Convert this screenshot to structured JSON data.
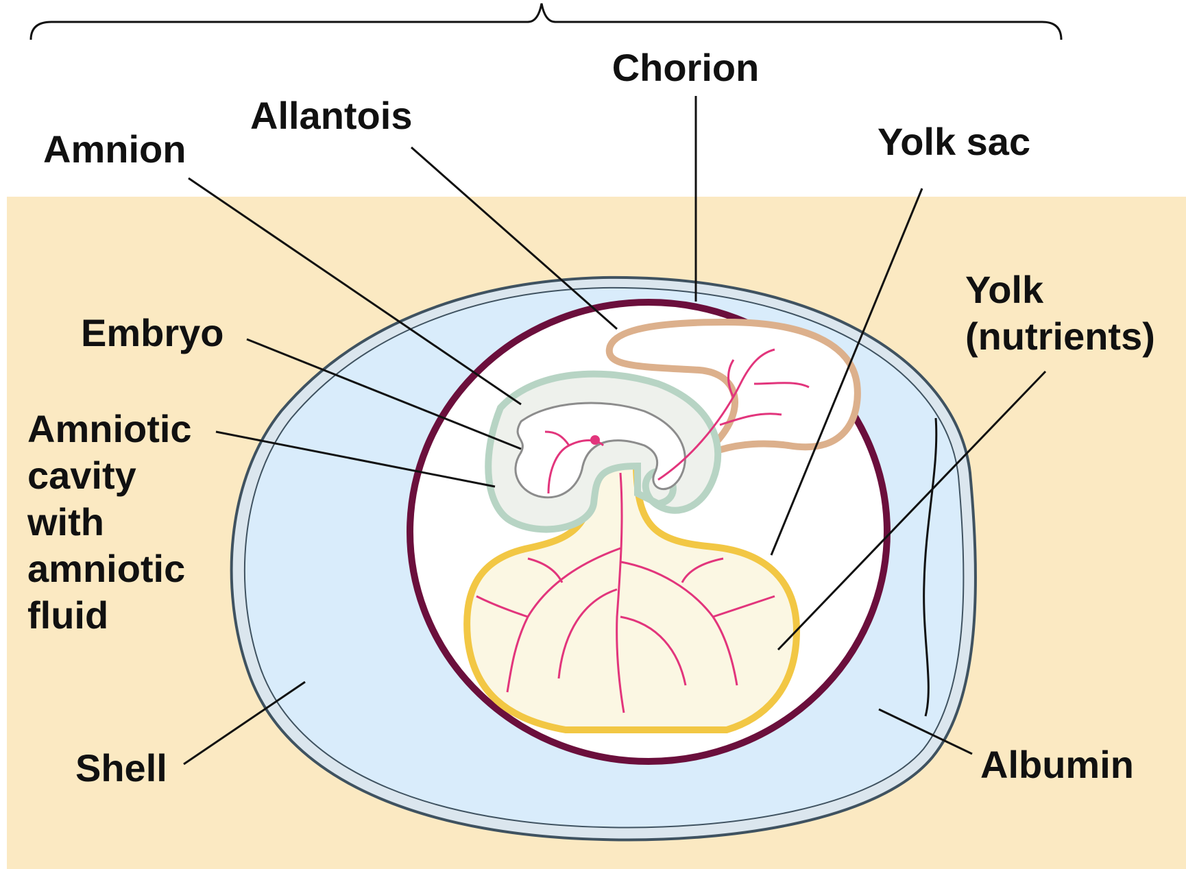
{
  "labels": {
    "chorion": "Chorion",
    "allantois": "Allantois",
    "amnion": "Amnion",
    "yolk_sac": "Yolk sac",
    "yolk_line1": "Yolk",
    "yolk_line2": "(nutrients)",
    "embryo": "Embryo",
    "amniotic_cavity": [
      "Amniotic",
      "cavity",
      "with",
      "amniotic",
      "fluid"
    ],
    "shell": "Shell",
    "albumin": "Albumin"
  },
  "colors": {
    "background_band": "#fbe9c2",
    "albumin": "#d9ecfb",
    "shell": "#dbe6ee",
    "chorion": "#6b0f3c",
    "allantois": "#dcb08c",
    "amnion": "#b7d4c4",
    "yolk_sac": "#f2c744",
    "yolk": "#fbf7e3",
    "blood_vessels": "#e2357c",
    "leader_lines": "#111111"
  }
}
